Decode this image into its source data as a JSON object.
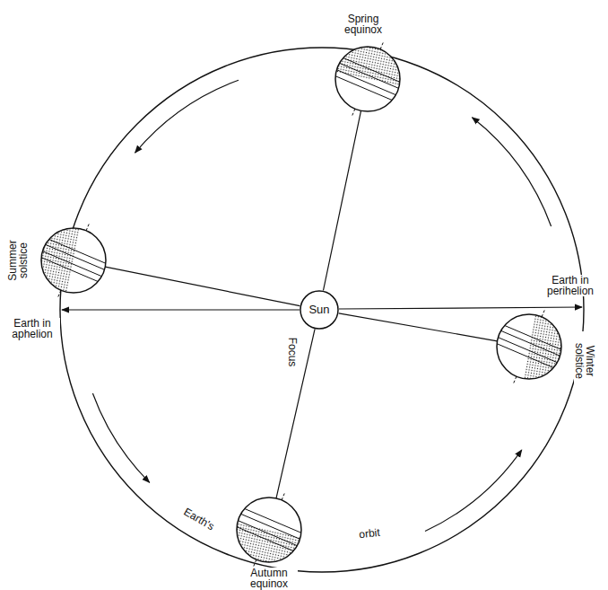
{
  "diagram": {
    "nodes": [
      {
        "text": [
          "Sun"
        ]
      },
      {
        "text": [
          "Spring equinox"
        ]
      },
      {
        "text": [
          "Summer solstice"
        ]
      },
      {
        "text": [
          "Autumn equinox"
        ]
      },
      {
        "text": [
          "Winter solstice"
        ]
      }
    ],
    "edges": [
      {
        "from": 0,
        "to": 1,
        "arrow": "none"
      },
      {
        "from": 0,
        "to": 2,
        "arrow": "none"
      },
      {
        "from": 0,
        "to": 3,
        "arrow": "none"
      },
      {
        "from": 0,
        "to": 4,
        "arrow": "none"
      }
    ],
    "labels": [
      "Focus",
      "Earth in aphelion",
      "Earth in perihelion",
      "Earth's",
      "orbit"
    ]
  }
}
